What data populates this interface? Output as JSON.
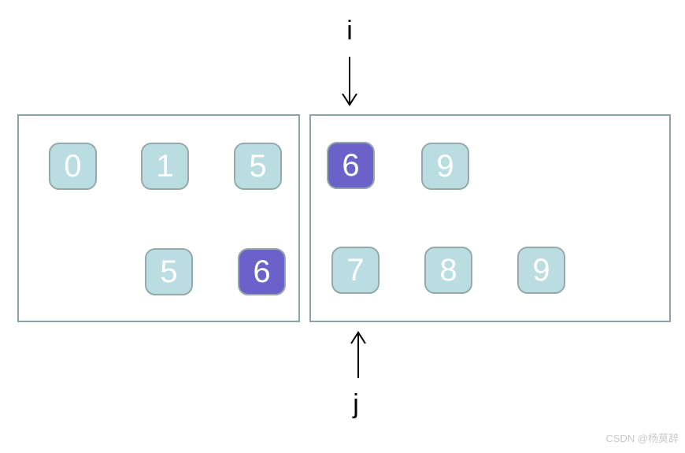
{
  "pointers": {
    "top": {
      "label": "i"
    },
    "bottom": {
      "label": "j"
    }
  },
  "cells": {
    "left_top": [
      {
        "value": "0",
        "state": "normal"
      },
      {
        "value": "1",
        "state": "normal"
      },
      {
        "value": "5",
        "state": "normal"
      }
    ],
    "left_bottom": [
      {
        "value": "5",
        "state": "normal"
      },
      {
        "value": "6",
        "state": "active"
      }
    ],
    "right_top": [
      {
        "value": "6",
        "state": "active"
      },
      {
        "value": "9",
        "state": "normal"
      }
    ],
    "right_bottom": [
      {
        "value": "7",
        "state": "normal"
      },
      {
        "value": "8",
        "state": "normal"
      },
      {
        "value": "9",
        "state": "normal"
      }
    ]
  },
  "colors": {
    "panel_border": "#8ba4a8",
    "cell_fill": "#b9dde1",
    "cell_border": "#96aba9",
    "active_cell_fill": "#6a61c9",
    "cell_text": "#ffffff",
    "pointer_arrow": "#000000",
    "watermark_text": "#c9c9c9"
  },
  "watermark": "CSDN @杨莫辞"
}
